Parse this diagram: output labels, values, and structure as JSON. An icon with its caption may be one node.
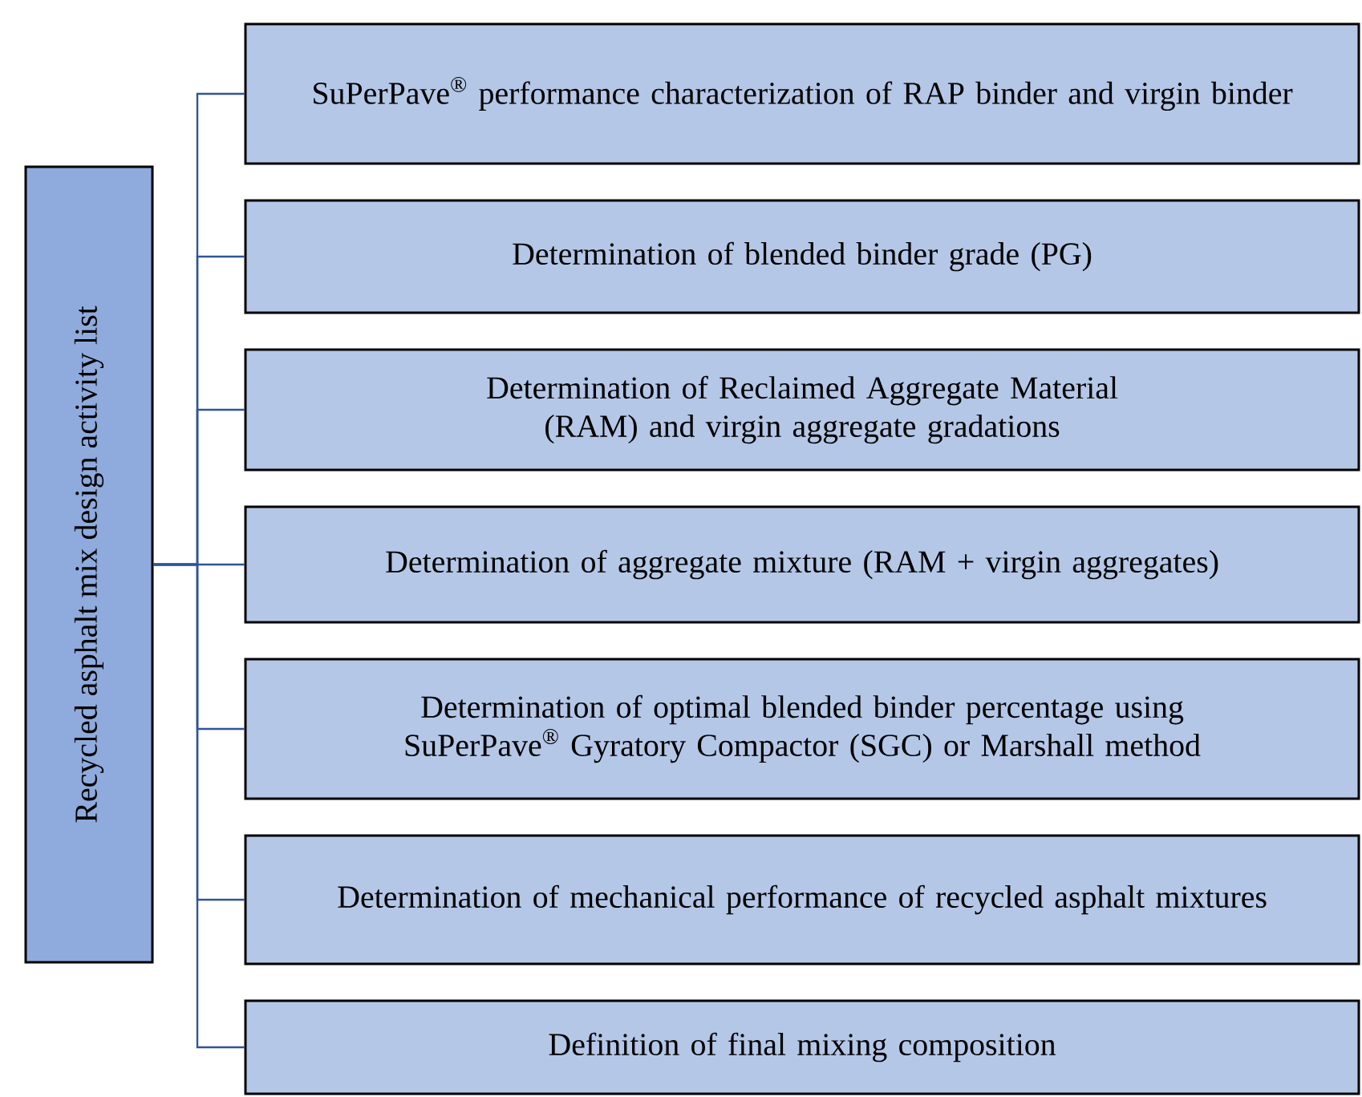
{
  "diagram": {
    "nodes": [
      {
        "text": [
          "Recycled asphalt mix design activity list"
        ]
      },
      {
        "text": [
          "SuPerPave$^{®}$ performance characterization of RAP binder and virgin binder"
        ]
      },
      {
        "text": [
          "Determination of blended binder grade (PG)"
        ]
      },
      {
        "text": [
          "Determination of Reclaimed Aggregate Material (RAM) and virgin aggregate gradations"
        ]
      },
      {
        "text": [
          "Determination of aggregate mixture (RAM + virgin aggregates)"
        ]
      },
      {
        "text": [
          "Determination of optimal blended binder percentage using SuPerPave$^{®}$ Gyratory Compactor (SGC) or Marshall method"
        ]
      },
      {
        "text": [
          "Determination of mechanical performance of recycled asphalt mixtures"
        ]
      },
      {
        "text": [
          "Definition of final mixing composition"
        ]
      }
    ],
    "edges": [
      {
        "from": 0,
        "to": 1,
        "arrow": "none"
      },
      {
        "from": 0,
        "to": 2,
        "arrow": "none"
      },
      {
        "from": 0,
        "to": 3,
        "arrow": "none"
      },
      {
        "from": 0,
        "to": 4,
        "arrow": "none"
      },
      {
        "from": 0,
        "to": 5,
        "arrow": "none"
      },
      {
        "from": 0,
        "to": 6,
        "arrow": "none"
      },
      {
        "from": 0,
        "to": 7,
        "arrow": "none"
      }
    ]
  }
}
